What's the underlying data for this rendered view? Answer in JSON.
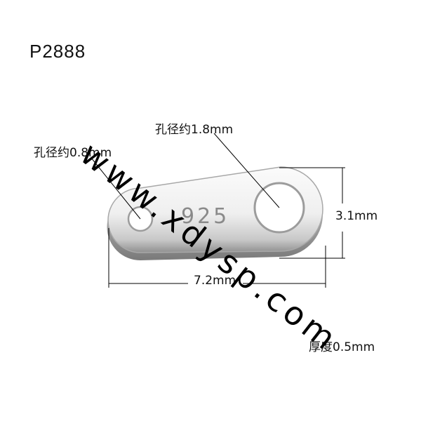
{
  "product_code": "P2888",
  "labels": {
    "big_hole": "孔径约1.8mm",
    "small_hole": "孔径约0.8mm",
    "height": "3.1mm",
    "length": "7.2mm",
    "thickness": "厚度0.5mm"
  },
  "stamp": "925",
  "watermark": "www.xdysp.com",
  "colors": {
    "metal_light": "#f4f4f4",
    "metal_dark": "#9a9a9a",
    "line": "#000000"
  }
}
